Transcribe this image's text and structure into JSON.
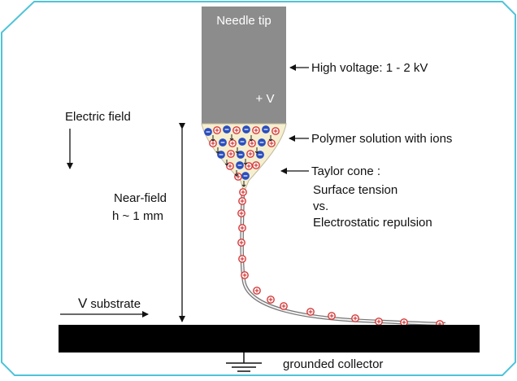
{
  "labels": {
    "needle_tip": "Needle tip",
    "plus_v": "+ V",
    "high_voltage": "High voltage: 1 - 2 kV",
    "electric_field": "Electric field",
    "polymer_solution": "Polymer solution with ions",
    "taylor_cone_title": "Taylor cone :",
    "taylor_line1": "Surface tension",
    "taylor_line2": "vs.",
    "taylor_line3": "Electrostatic repulsion",
    "near_field": "Near-field",
    "height": "h ~ 1 mm",
    "v_substrate_v": "V",
    "v_substrate_word": "substrate",
    "grounded_collector": "grounded collector"
  },
  "icons": {
    "positive_ion": "plus-circle-icon",
    "negative_ion": "minus-circle-icon",
    "ground": "ground-icon"
  },
  "colors": {
    "frame": "#4fc3d9",
    "needle": "#8c8c8c",
    "solution": "#f6efcf",
    "positive": "#d63b3b",
    "negative": "#2b4fbf",
    "collector": "#000000",
    "text": "#111111"
  }
}
